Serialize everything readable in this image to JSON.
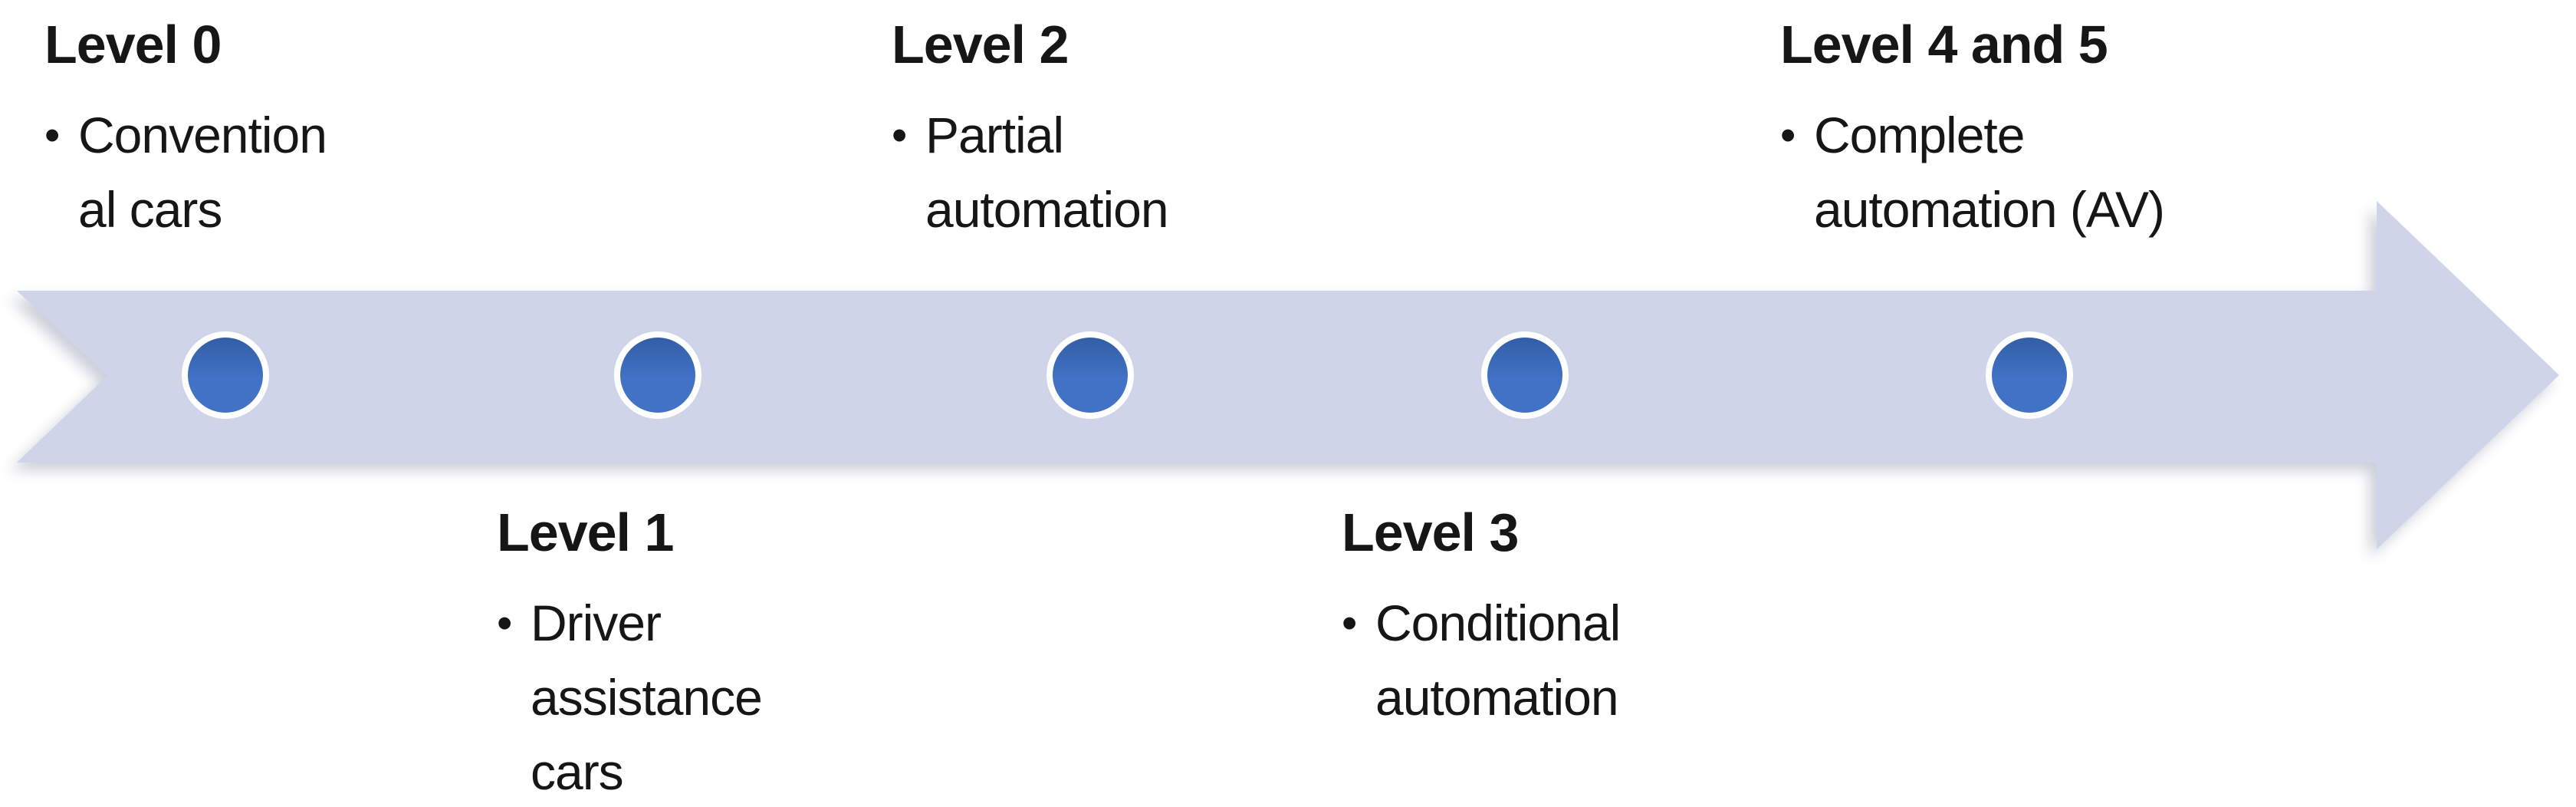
{
  "diagram": {
    "type": "process-arrow-timeline",
    "direction": "right",
    "bullet_char": "•",
    "milestone_count": 5,
    "levels": [
      {
        "heading": "Level 0",
        "body": "Convention\nal cars",
        "position": "above"
      },
      {
        "heading": "Level 1",
        "body": "Driver\nassistance\ncars",
        "position": "below"
      },
      {
        "heading": "Level 2",
        "body": "Partial\nautomation",
        "position": "above"
      },
      {
        "heading": "Level 3",
        "body": "Conditional\nautomation",
        "position": "below"
      },
      {
        "heading": "Level 4 and 5",
        "body": "Complete\nautomation (AV)",
        "position": "above"
      }
    ],
    "colors": {
      "arrow_band": "#cfd4e8",
      "dot_fill": "#4272c6",
      "dot_fill_dark": "#305da3",
      "dot_ring": "#ffffff",
      "text": "#161616",
      "background": "#ffffff"
    }
  }
}
